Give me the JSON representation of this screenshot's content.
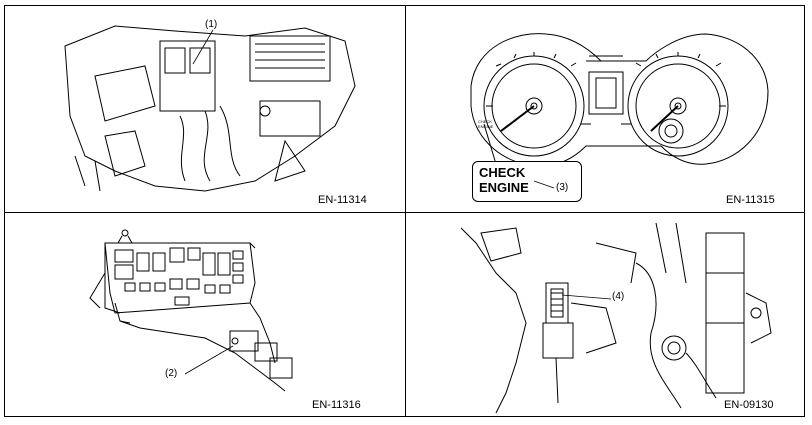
{
  "panels": [
    {
      "code": "EN-11314",
      "callout": "(1)"
    },
    {
      "code": "EN-11315",
      "callout": "(3)",
      "lamp_label_line1": "CHECK",
      "lamp_label_line2": "ENGINE"
    },
    {
      "code": "EN-11316",
      "callout": "(2)"
    },
    {
      "code": "EN-09130",
      "callout": "(4)"
    }
  ]
}
